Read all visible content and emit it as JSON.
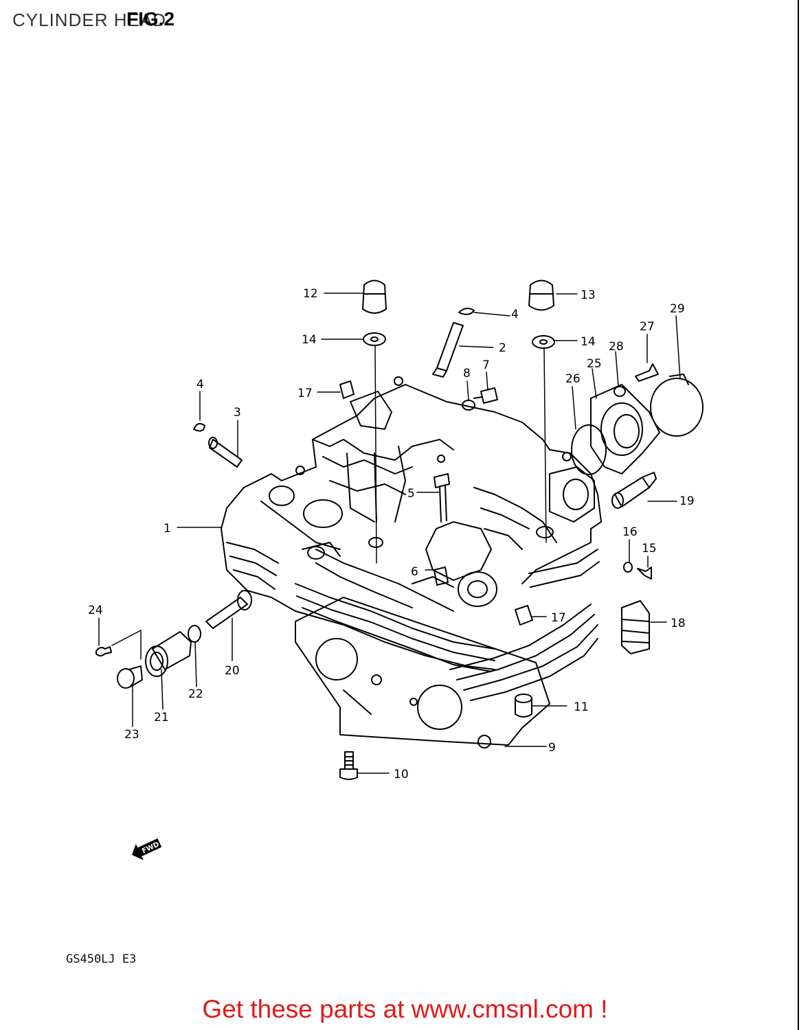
{
  "header": {
    "title": "CYLINDER HEAD",
    "fig_label": "FIG.2"
  },
  "callouts": {
    "c1": "1",
    "c2": "2",
    "c3": "3",
    "c4a": "4",
    "c4b": "4",
    "c5": "5",
    "c6": "6",
    "c7": "7",
    "c8": "8",
    "c9": "9",
    "c10": "10",
    "c11": "11",
    "c12": "12",
    "c13": "13",
    "c14a": "14",
    "c14b": "14",
    "c15": "15",
    "c16": "16",
    "c17a": "17",
    "c17b": "17",
    "c18": "18",
    "c19": "19",
    "c20": "20",
    "c21": "21",
    "c22": "22",
    "c23": "23",
    "c24": "24",
    "c25": "25",
    "c26": "26",
    "c27": "27",
    "c28": "28",
    "c29": "29"
  },
  "fwd_arrow": "FWD",
  "model_code": "GS450LJ E3",
  "promo": "Get these parts at www.cmsnl.com !",
  "colors": {
    "promo": "#e11a1a",
    "line": "#000000"
  }
}
